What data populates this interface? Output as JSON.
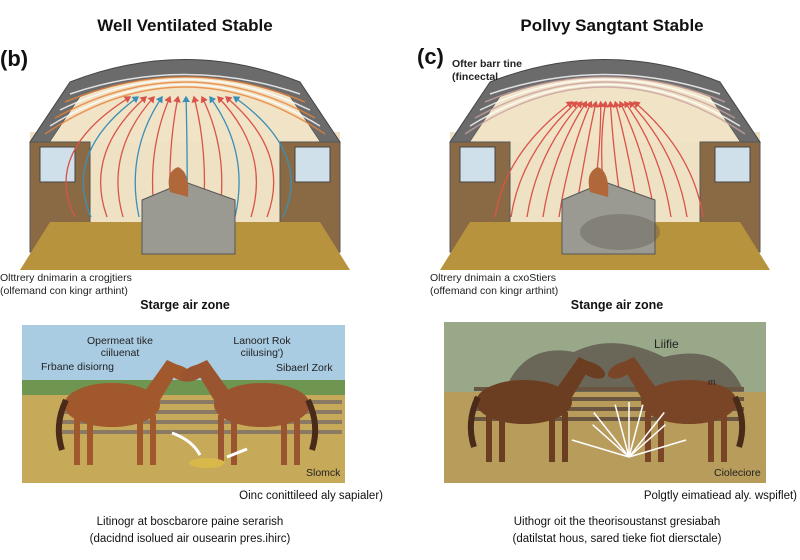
{
  "left": {
    "title": "Well Ventilated Stable",
    "letter": "(b)",
    "caption_line1": "Olttrery dnimarin a crogjtiers",
    "caption_line2": "(olfemand con kingr arthint)",
    "zone": "Starge air zone",
    "photo_labels": [
      "Opermeat tike",
      "ciiluenat",
      "Frbane disiorng",
      "Lanoort Rok",
      "ciilusing')",
      "Sibaerl Zork",
      "Slomck"
    ],
    "note": "Oinc conittileed aly sapialer)",
    "bottom_line1": "Litinogr at boscbarore paine serarish",
    "bottom_line2": "(dacidnd isolued air ousearin pres.ihirc)"
  },
  "right": {
    "title": "Pollvy Sangtant Stable",
    "letter": "(c)",
    "callout_line1": "Ofter barr tine",
    "callout_line2": "(fincectal",
    "caption_line1": "Oltrery dnimain a cxoStiers",
    "caption_line2": "(offemand con kingr arthint)",
    "zone": "Stange air zone",
    "photo_labels": [
      "Liifie",
      "m",
      "Ciolecіore"
    ],
    "note": "Polgtly eimatiead aly. wspiflet)",
    "bottom_line1": "Uithogr oit the theorisoustanst gresiabah",
    "bottom_line2": "(datilstat hous, sared tieke fiot diersctale)"
  },
  "colors": {
    "warm_air": "#d9534a",
    "cool_air": "#3a8fb7",
    "roof": "#6b6b6b",
    "floor": "#b8933e"
  }
}
